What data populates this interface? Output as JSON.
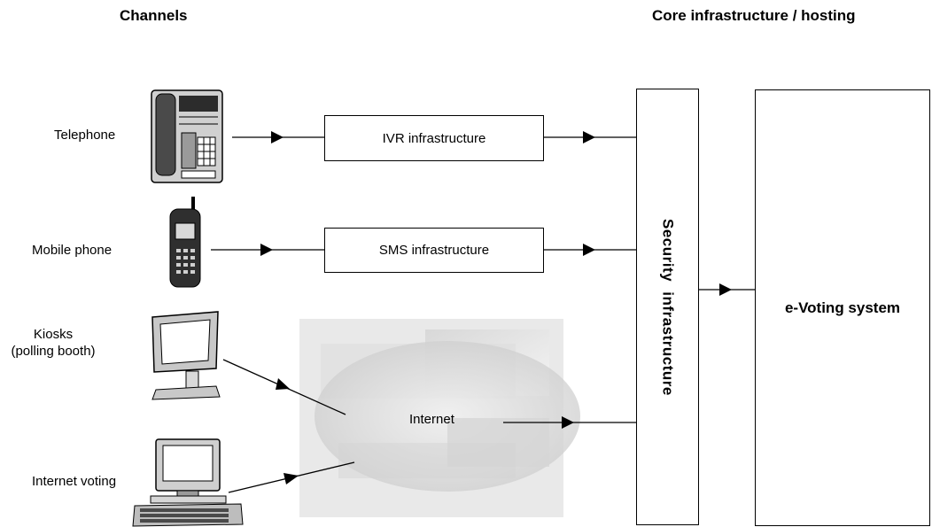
{
  "headers": {
    "channels": "Channels",
    "core": "Core infrastructure / hosting"
  },
  "channels": {
    "telephone": "Telephone",
    "mobile_phone": "Mobile phone",
    "kiosks_line1": "Kiosks",
    "kiosks_line2": "(polling booth)",
    "internet_voting": "Internet voting"
  },
  "infrastructure": {
    "ivr": "IVR infrastructure",
    "sms": "SMS infrastructure",
    "internet": "Internet",
    "security": "Security infrastructure",
    "evoting": "e-Voting system"
  },
  "icons": [
    "telephone-icon",
    "mobile-phone-icon",
    "kiosk-monitor-icon",
    "computer-icon",
    "internet-cloud"
  ]
}
